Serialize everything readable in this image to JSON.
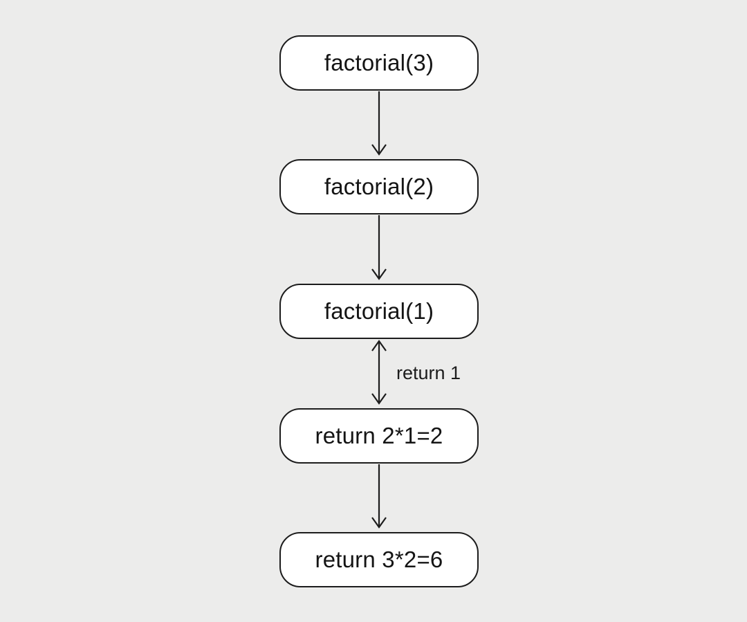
{
  "diagram": {
    "nodes": [
      {
        "label": "factorial(3)"
      },
      {
        "label": "factorial(2)"
      },
      {
        "label": "factorial(1)"
      },
      {
        "label": "return 2*1=2"
      },
      {
        "label": "return 3*2=6"
      }
    ],
    "edges": [
      {
        "from": 0,
        "to": 1,
        "direction": "forward",
        "label": ""
      },
      {
        "from": 1,
        "to": 2,
        "direction": "forward",
        "label": ""
      },
      {
        "from": 2,
        "to": 3,
        "direction": "bidirectional",
        "label": "return 1"
      },
      {
        "from": 3,
        "to": 4,
        "direction": "forward",
        "label": ""
      }
    ],
    "colors": {
      "background": "#ececeb",
      "node_fill": "#ffffff",
      "stroke": "#1c1c1c"
    }
  }
}
